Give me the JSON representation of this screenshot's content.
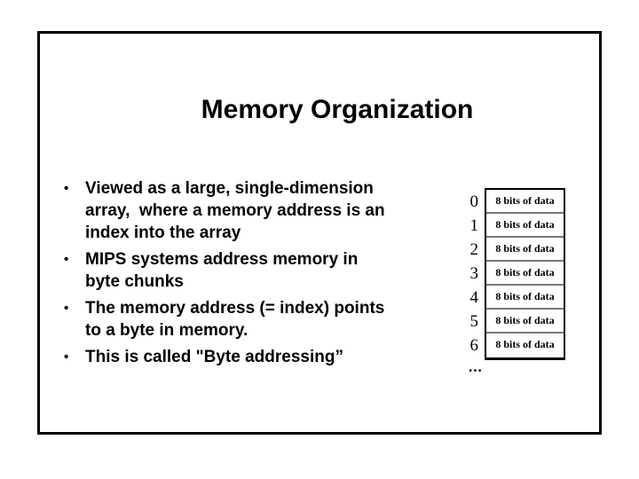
{
  "slide": {
    "title": "Memory Organization",
    "bullet_marker": "•",
    "bullets": [
      {
        "lines": [
          "Viewed as a large, single-dimension",
          "array,  where a memory address is an",
          "index into the array"
        ]
      },
      {
        "lines": [
          "MIPS systems address memory in",
          "byte chunks"
        ]
      },
      {
        "lines": [
          "The memory address (= index) points",
          "to a byte in memory."
        ]
      },
      {
        "lines": [
          "This is called \"Byte addressing”"
        ]
      }
    ],
    "memory_diagram": {
      "addresses": [
        "0",
        "1",
        "2",
        "3",
        "4",
        "5",
        "6"
      ],
      "cell_label": "8 bits of data",
      "ellipsis": "...",
      "colors": {
        "border": "#000000",
        "row_divider": "#787878",
        "text": "#000000",
        "background": "#ffffff"
      }
    }
  }
}
